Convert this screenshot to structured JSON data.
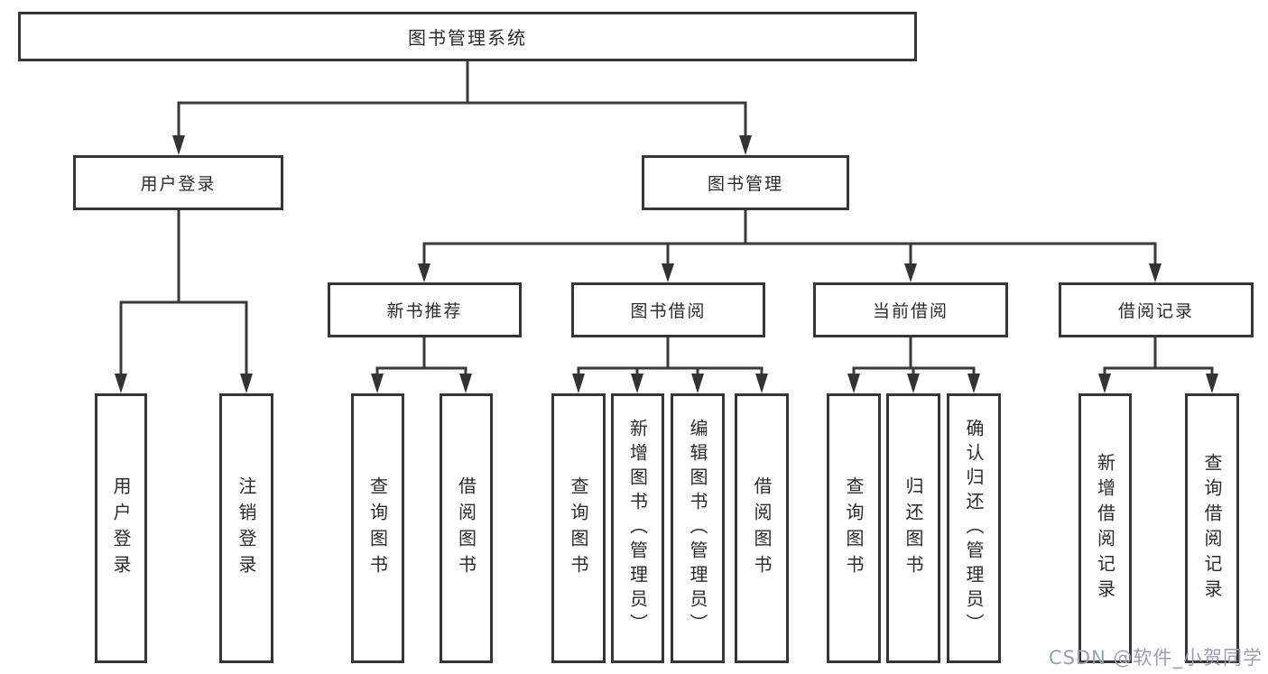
{
  "diagram": {
    "title": "图书管理系统",
    "nodes": {
      "root": "图书管理系统",
      "user_login": "用户登录",
      "book_mgmt": "图书管理",
      "new_book_rec": "新书推荐",
      "book_borrow": "图书借阅",
      "current_borrow": "当前借阅",
      "borrow_records": "借阅记录",
      "leaf_user_login": "用户登录",
      "leaf_logout": "注销登录",
      "leaf_nb_query": "查询图书",
      "leaf_nb_borrow": "借阅图书",
      "leaf_bb_query": "查询图书",
      "leaf_bb_add": "新增图书（管理员）",
      "leaf_bb_edit": "编辑图书（管理员）",
      "leaf_bb_borrow": "借阅图书",
      "leaf_cb_query": "查询图书",
      "leaf_cb_return": "归还图书",
      "leaf_cb_confirm": "确认归还（管理员）",
      "leaf_br_add": "新增借阅记录",
      "leaf_br_query": "查询借阅记录"
    },
    "hierarchy": [
      {
        "parent": "图书管理系统",
        "children": [
          "用户登录",
          "图书管理"
        ]
      },
      {
        "parent": "用户登录",
        "children": [
          "用户登录",
          "注销登录"
        ]
      },
      {
        "parent": "图书管理",
        "children": [
          "新书推荐",
          "图书借阅",
          "当前借阅",
          "借阅记录"
        ]
      },
      {
        "parent": "新书推荐",
        "children": [
          "查询图书",
          "借阅图书"
        ]
      },
      {
        "parent": "图书借阅",
        "children": [
          "查询图书",
          "新增图书（管理员）",
          "编辑图书（管理员）",
          "借阅图书"
        ]
      },
      {
        "parent": "当前借阅",
        "children": [
          "查询图书",
          "归还图书",
          "确认归还（管理员）"
        ]
      },
      {
        "parent": "借阅记录",
        "children": [
          "新增借阅记录",
          "查询借阅记录"
        ]
      }
    ],
    "colors": {
      "line": "#3a3a3a",
      "box_border": "#363636",
      "text": "#2b2b2b",
      "watermark": "#9aa0a8",
      "background": "#ffffff"
    },
    "watermark": "CSDN @软件_小贺同学"
  }
}
